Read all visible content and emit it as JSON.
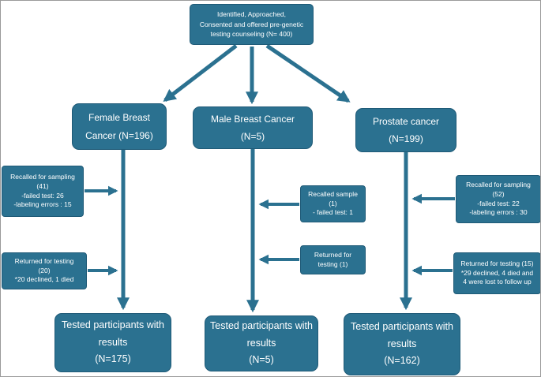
{
  "colors": {
    "box_fill": "#2b7190",
    "box_border": "#1f5a77",
    "arrow": "#2b7190",
    "text_color": "#ffffff",
    "page_bg": "#ffffff",
    "page_border": "#9a9a9a"
  },
  "nodes": {
    "top": {
      "text": "Identified, Approached,\nConsented and offered pre-genetic\ntesting counseling (N= 400)"
    },
    "female": {
      "text": "Female Breast\nCancer (N=196)"
    },
    "male": {
      "text": "Male Breast Cancer\n(N=5)"
    },
    "prostate": {
      "text": "Prostate cancer\n(N=199)"
    },
    "female_recalled": {
      "text": "Recalled for sampling\n(41)\n-failed test: 26\n-labeling errors : 15"
    },
    "female_returned": {
      "text": "Returned for testing\n(20)\n*20 declined, 1 died"
    },
    "male_recalled": {
      "text": "Recalled sample\n(1)\n- failed test: 1"
    },
    "male_returned": {
      "text": "Returned for\ntesting (1)"
    },
    "prostate_recalled": {
      "text": "Recalled for sampling\n(52)\n-failed test: 22\n-labeling errors : 30"
    },
    "prostate_returned": {
      "text": "Returned for testing (15)\n*29 declined, 4 died and\n4 were lost to follow up"
    },
    "female_tested": {
      "text": "Tested participants with\nresults\n(N=175)"
    },
    "male_tested": {
      "text": "Tested participants with\nresults\n(N=5)"
    },
    "prostate_tested": {
      "text": "Tested participants with\nresults\n(N=162)"
    }
  }
}
